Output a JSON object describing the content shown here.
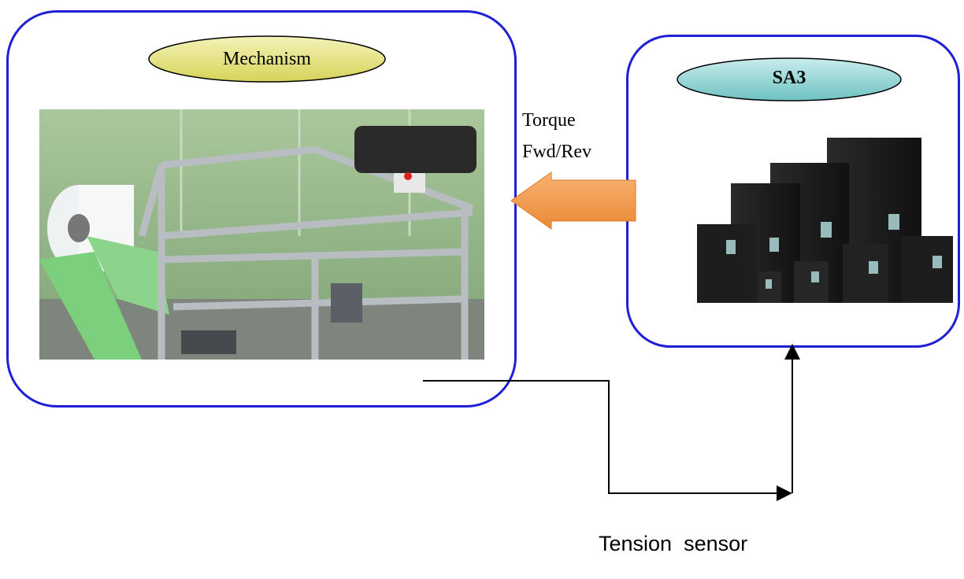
{
  "mechanism": {
    "label": "Mechanism"
  },
  "drive": {
    "label": "SA3"
  },
  "arrow_label": {
    "line1": "Torque",
    "line2": "Fwd/Rev"
  },
  "sensor": {
    "label": "Tension  sensor"
  },
  "colors": {
    "frame_border": "#1f1fd6",
    "mechanism_ellipse": "#e8e68a",
    "drive_ellipse": "#9cd8d8",
    "arrow": "#f29a48"
  }
}
